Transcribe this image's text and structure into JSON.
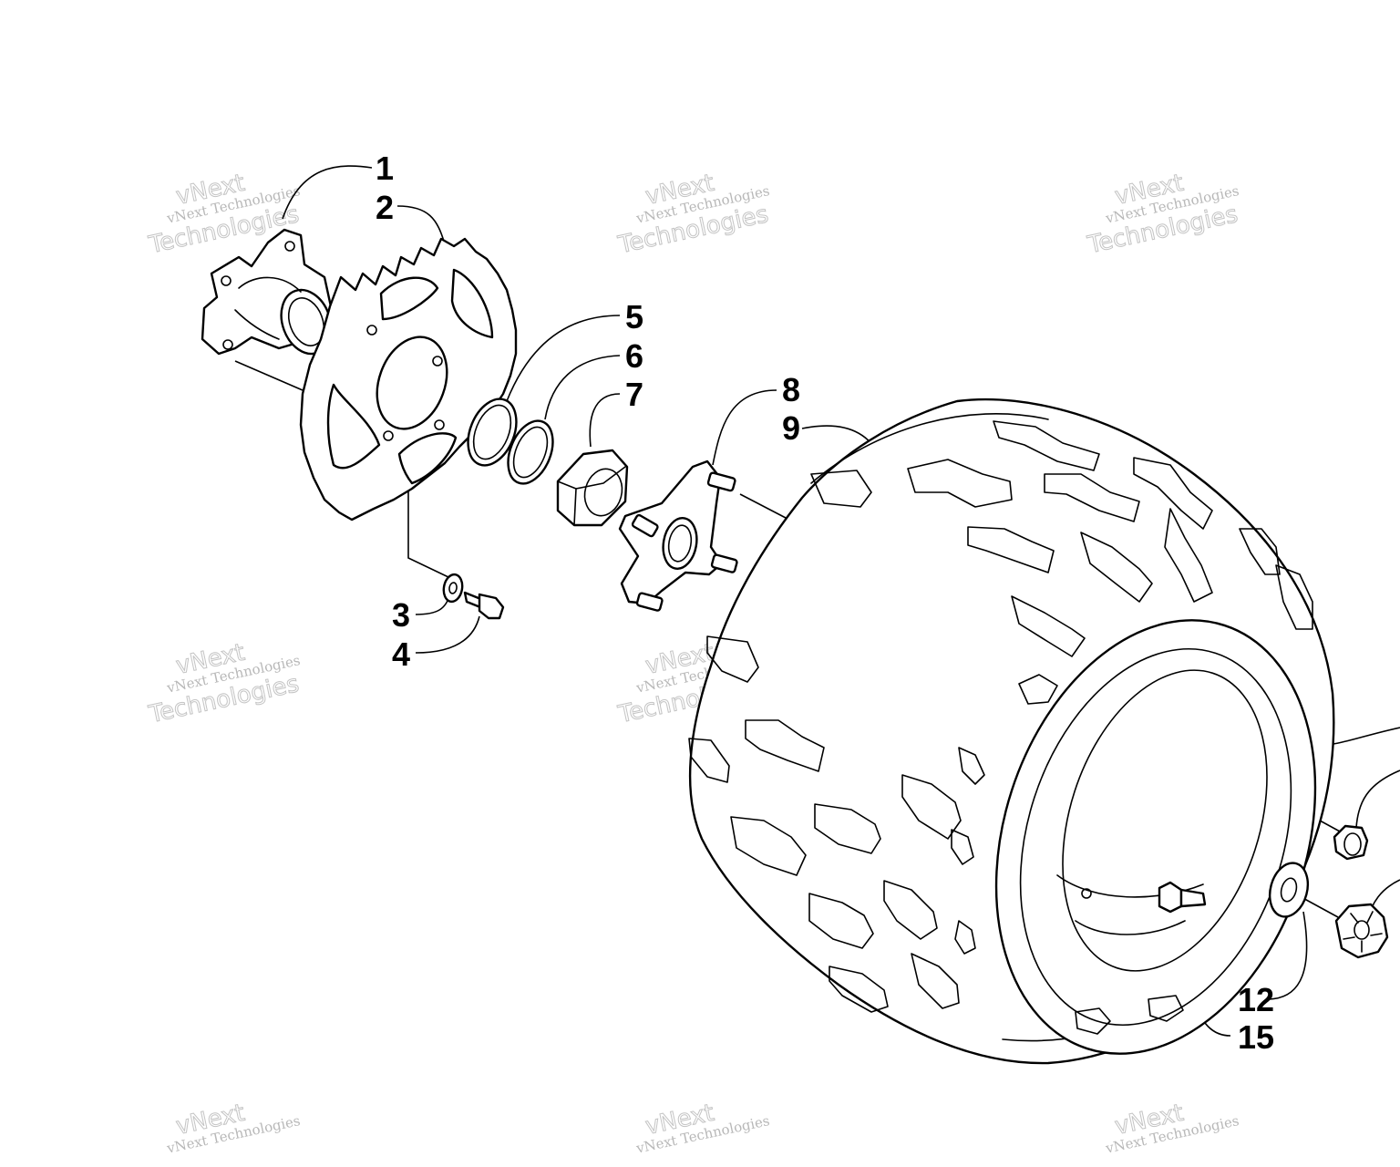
{
  "watermark": {
    "line1": "vNext Technologies",
    "line2": "vNext",
    "line3": "Technologies"
  },
  "callouts": {
    "c1": "1",
    "c2": "2",
    "c3": "3",
    "c4": "4",
    "c5": "5",
    "c6": "6",
    "c7": "7",
    "c8": "8",
    "c9": "9",
    "c12": "12",
    "c15": "15"
  },
  "icons": [
    "hub-icon",
    "sprocket-icon",
    "washer-icon",
    "bolt-icon",
    "seal-icon",
    "ring-icon",
    "lock-nut-icon",
    "wheel-hub-icon",
    "tire-icon",
    "lug-nut-icon",
    "castle-nut-icon",
    "valve-stem-icon"
  ],
  "colors": {
    "line": "#000000",
    "watermark": "#c4c4c4",
    "background": "#ffffff"
  }
}
